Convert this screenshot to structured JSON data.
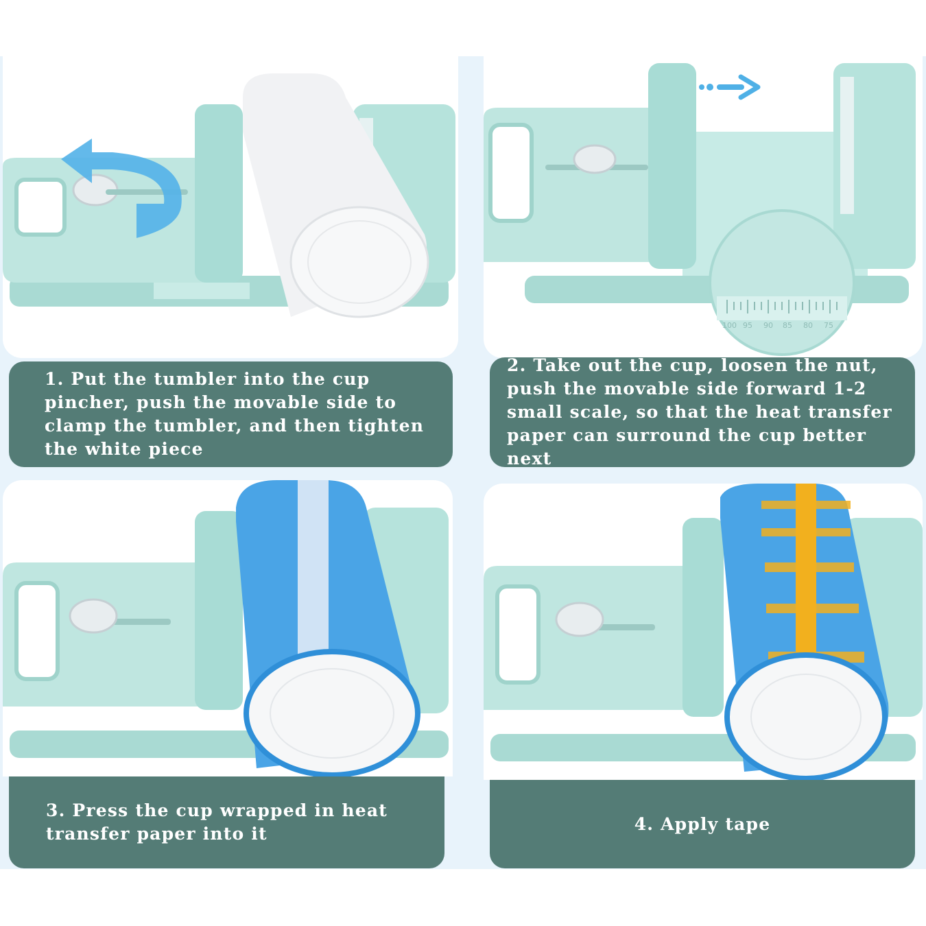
{
  "colors": {
    "machine": "#b8e3dd",
    "machine_shadow": "#8fcac2",
    "caption_bg": "#547c76",
    "caption_text": "#ffffff",
    "arrow": "#4fb0e6",
    "paper": "#4a9ee0",
    "tape": "#f2b01e",
    "page_band": "#e8f3fb"
  },
  "steps": [
    {
      "number": "1",
      "caption": "1. Put the tumbler into the cup pincher, push the movable side to clamp the tumbler, and then tighten the white piece"
    },
    {
      "number": "2",
      "caption": "2. Take out the cup, loosen the nut, push the movable side forward 1-2 small scale, so that the heat transfer paper can surround the cup better next"
    },
    {
      "number": "3",
      "caption": "3. Press the cup wrapped in heat transfer paper into it"
    },
    {
      "number": "4",
      "caption": "4. Apply tape"
    }
  ],
  "scale": {
    "ticks": [
      "100",
      "95",
      "90",
      "85",
      "80",
      "75"
    ]
  }
}
